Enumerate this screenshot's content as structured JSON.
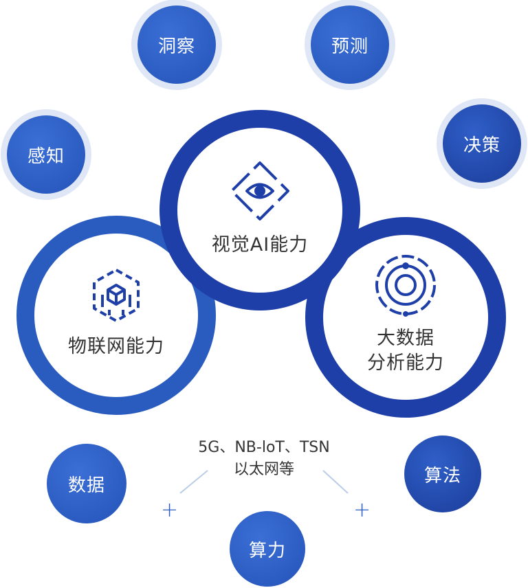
{
  "outer_nodes": {
    "dongcha": "洞察",
    "yuce": "预测",
    "ganzhi": "感知",
    "juece": "决策",
    "shuju": "数据",
    "suanfa": "算法",
    "suanli": "算力"
  },
  "rings": {
    "vision": "视觉AI能力",
    "iot": "物联网能力",
    "bigdata_line1": "大数据",
    "bigdata_line2": "分析能力"
  },
  "network": {
    "line1": "5G、NB-loT、TSN",
    "line2": "以太网等"
  },
  "plus_symbol": "+",
  "icons": {
    "vision": "eye-aperture-icon",
    "iot": "hexagon-network-icon",
    "bigdata": "orbit-target-icon"
  },
  "colors": {
    "node_blue": "#2a5cc0",
    "ring_blue": "#1f3fa8",
    "halo": "#dfe7f6"
  }
}
